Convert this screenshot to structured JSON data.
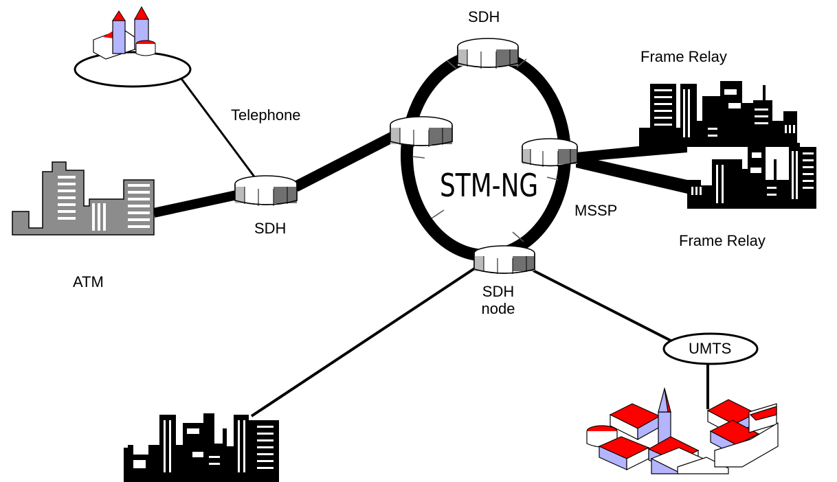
{
  "diagram": {
    "ring_label": "STM-NG",
    "labels": {
      "sdh_top": "SDH",
      "frame_relay_top": "Frame Relay",
      "telephone": "Telephone",
      "sdh_left": "SDH",
      "mssp": "MSSP",
      "frame_relay_bottom": "Frame Relay",
      "atm": "ATM",
      "sdh_node_line1": "SDH",
      "sdh_node_line2": "node",
      "umts": "UMTS"
    },
    "colors": {
      "accent_red": "#ff0000",
      "building_lavender": "#b4b4ff",
      "building_gray": "#8c8c8c",
      "line_black": "#000000"
    }
  }
}
